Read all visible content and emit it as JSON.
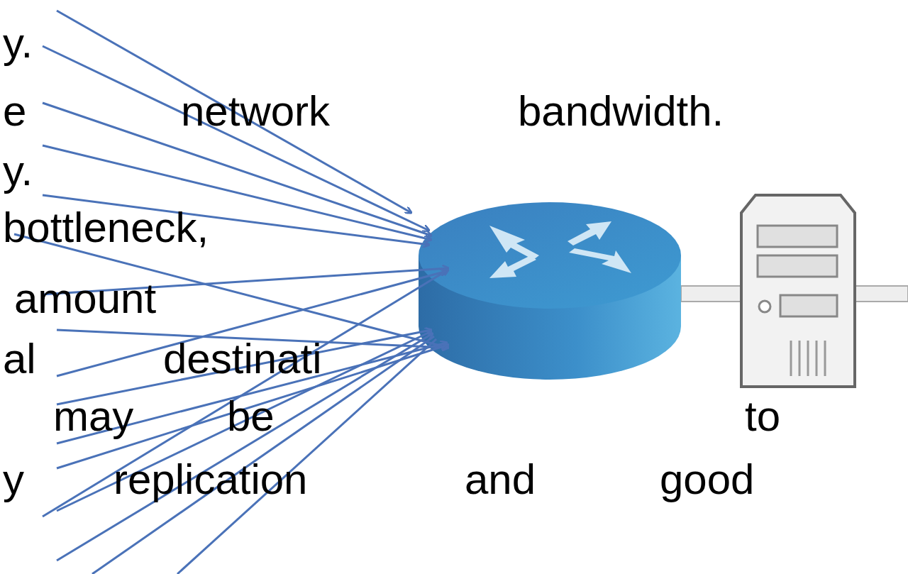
{
  "diagram": {
    "labels": [
      "y.",
      "e",
      "network",
      "bandwidth.",
      "y.",
      "bottleneck,",
      "amount",
      "al",
      "destinati",
      "may",
      "be",
      "to",
      "y",
      "replication",
      "and",
      "good"
    ]
  }
}
